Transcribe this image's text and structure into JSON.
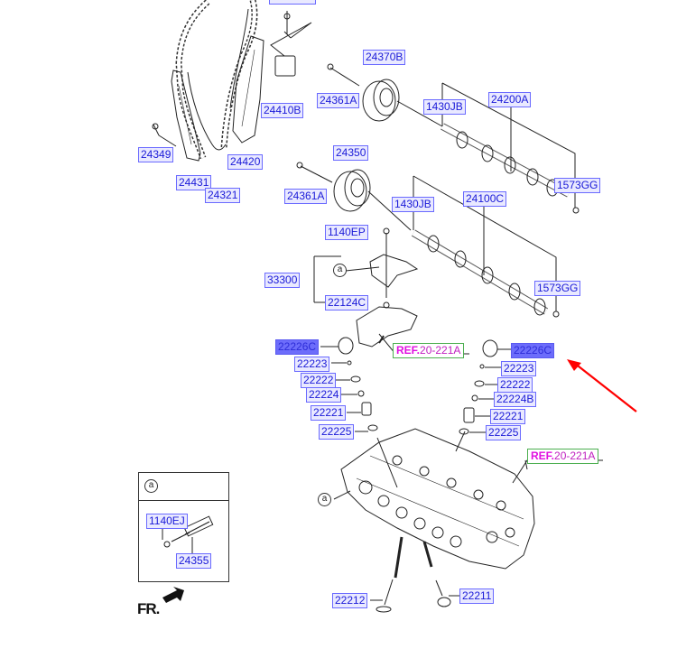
{
  "diagram": {
    "title": "Camshaft & Valve / Cylinder Head Exploded Parts Diagram",
    "top_partial_label": "",
    "front_indicator": "FR.",
    "detail_marker": "a",
    "inset": {
      "marker": "a",
      "parts": [
        "1140EJ",
        "24355"
      ]
    },
    "references": [
      {
        "prefix": "REF.",
        "code": "20-221A",
        "target": "rocker-bracket"
      },
      {
        "prefix": "REF.",
        "code": "20-221A",
        "target": "cylinder-head"
      }
    ],
    "highlight_color": "#6d6dfb",
    "arrow_color": "#ff0000",
    "parts": {
      "timing_chain": "24321",
      "chain_guide": "24431",
      "guide_bolt": "24349",
      "tensioner_arm": "24420",
      "chain_tensioner": "24410B",
      "exhaust_cvvt": "24370B",
      "exhaust_cvvt_bolt": "24361A",
      "intake_sprocket": "24350",
      "intake_sprocket_bolt": "24361A",
      "exhaust_camshaft": "24200A",
      "intake_camshaft": "24100C",
      "dowel_pin_exhaust": "1430JB",
      "dowel_pin_intake": "1430JB",
      "plug_exhaust": "1573GG",
      "plug_intake": "1573GG",
      "ocv_bolt": "1140EP",
      "ocv_assembly": "33300",
      "ocv_filter": "22124C",
      "tappet_left": "22226C",
      "tappet_right": "22226C",
      "cotter_left": "22223",
      "cotter_right": "22223",
      "retainer_left": "22222",
      "retainer_right": "22222",
      "seal_left": "22224",
      "seal_right": "22224B",
      "spring_left": "22221",
      "spring_right": "22221",
      "seat_left": "22225",
      "seat_right": "22225",
      "exhaust_valve": "22212",
      "intake_valve": "22211"
    }
  }
}
